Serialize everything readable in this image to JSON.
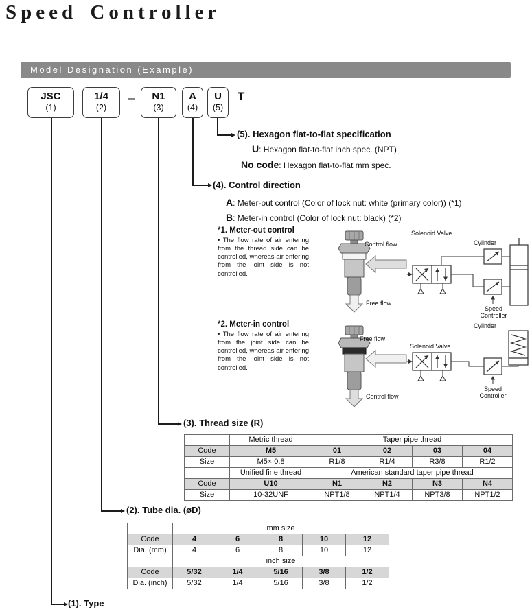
{
  "page": {
    "title": "Speed Controller"
  },
  "banner": {
    "label": "Model Designation (Example)"
  },
  "model": {
    "segments": [
      {
        "code": "JSC",
        "num": "(1)"
      },
      {
        "code": "1/4",
        "num": "(2)"
      },
      {
        "code": "N1",
        "num": "(3)"
      },
      {
        "code": "A",
        "num": "(4)"
      },
      {
        "code": "U",
        "num": "(5)"
      }
    ],
    "dash": "–",
    "suffix": "T"
  },
  "section5": {
    "title": "(5). Hexagon flat-to-flat specification",
    "u_code": "U",
    "u_desc": ": Hexagon flat-to-flat inch spec. (NPT)",
    "nocode_code": "No code",
    "nocode_desc": ": Hexagon flat-to-flat mm spec."
  },
  "section4": {
    "title": "(4). Control direction",
    "a_code": "A",
    "a_desc": ": Meter-out control (Color of lock nut: white (primary color)) (*1)",
    "b_code": "B",
    "b_desc": ": Meter-in control (Color of lock nut: black) (*2)",
    "note1": {
      "title": "*1. Meter-out control",
      "body": "• The flow rate of air entering from the thread side can be controlled, whereas air entering from the joint side is not controlled.",
      "label_control_flow": "Control flow",
      "label_free_flow": "Free flow",
      "label_solenoid": "Solenoid Valve",
      "label_cylinder": "Cylinder",
      "label_speed_controller": "Speed Controller"
    },
    "note2": {
      "title": "*2. Meter-in control",
      "body": "• The flow rate of air entering from the joint side can be controlled, whereas air entering from the joint side is not controlled.",
      "label_control_flow": "Control flow",
      "label_free_flow": "Free flow",
      "label_solenoid": "Solenoid Valve",
      "label_cylinder": "Cylinder",
      "label_speed_controller": "Speed Controller"
    }
  },
  "section3": {
    "title": "(3). Thread size (R)",
    "groups": [
      "Metric thread",
      "Taper pipe thread",
      "Unified fine thread",
      "American standard taper pipe thread"
    ],
    "row_labels": [
      "Code",
      "Size",
      "Code",
      "Size"
    ],
    "codes1": [
      "M5",
      "01",
      "02",
      "03",
      "04"
    ],
    "sizes1": [
      "M5× 0.8",
      "R1/8",
      "R1/4",
      "R3/8",
      "R1/2"
    ],
    "codes2": [
      "U10",
      "N1",
      "N2",
      "N3",
      "N4"
    ],
    "sizes2": [
      "10-32UNF",
      "NPT1/8",
      "NPT1/4",
      "NPT3/8",
      "NPT1/2"
    ]
  },
  "section2": {
    "title": "(2). Tube dia. (øD)",
    "groups": [
      "mm size",
      "inch size"
    ],
    "row_labels": [
      "Code",
      "Dia. (mm)",
      "Code",
      "Dia. (inch)"
    ],
    "codes_mm": [
      "4",
      "6",
      "8",
      "10",
      "12"
    ],
    "dia_mm": [
      "4",
      "6",
      "8",
      "10",
      "12"
    ],
    "codes_inch": [
      "5/32",
      "1/4",
      "5/16",
      "3/8",
      "1/2"
    ],
    "dia_inch": [
      "5/32",
      "1/4",
      "5/16",
      "3/8",
      "1/2"
    ]
  },
  "section1": {
    "title": "(1). Type"
  },
  "colors": {
    "banner_bg": "#898989",
    "table_shade": "#d7d7d7",
    "line": "#1c1c1c"
  }
}
